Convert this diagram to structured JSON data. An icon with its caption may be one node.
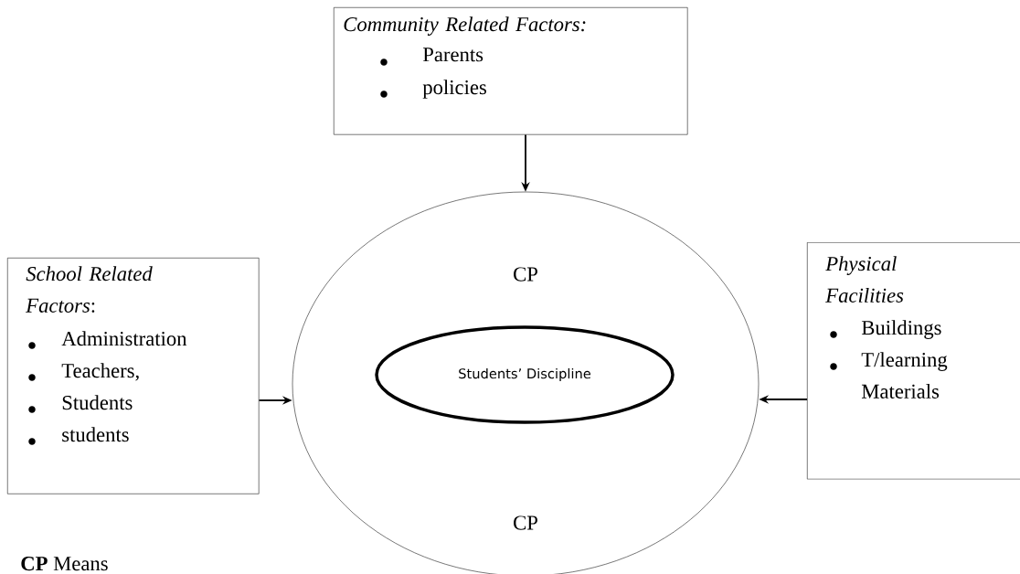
{
  "diagram": {
    "nodes": [
      {
        "text": [
          "Community Related Factors:",
          "Parents",
          "policies"
        ]
      },
      {
        "text": [
          "*School Related Factors*:",
          "Administration",
          "Teachers,",
          "Students",
          "students"
        ]
      },
      {
        "text": [
          "CP",
          "CP"
        ]
      },
      {
        "text": [
          "Students’ Discipline"
        ],
        "in": 2
      },
      {
        "text": [
          "Physical Facilities",
          "Buildings",
          "T/learning Materials"
        ]
      }
    ],
    "edges": [
      {
        "from": 0,
        "to": 2,
        "arrow": "to"
      },
      {
        "from": 1,
        "to": 2,
        "arrow": "to"
      },
      {
        "from": 4,
        "to": 2,
        "arrow": "to"
      }
    ],
    "labels": [
      "**CP** Means"
    ]
  }
}
